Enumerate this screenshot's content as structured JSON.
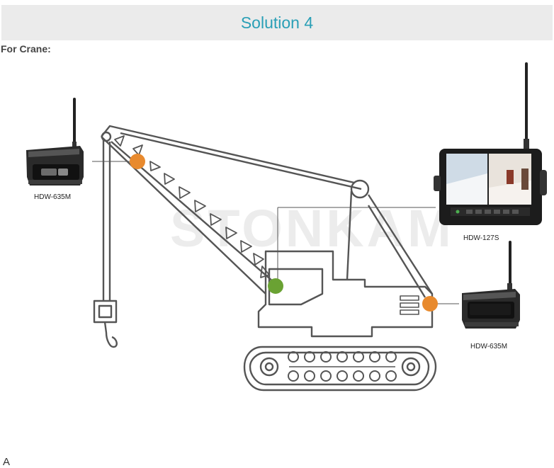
{
  "banner": {
    "title": "Solution 4"
  },
  "section": {
    "subtitle": "For Crane:"
  },
  "watermark": "STONKAM",
  "devices": {
    "camera_left": {
      "label": "HDW-635M",
      "icon": "wireless-camera-icon"
    },
    "monitor": {
      "label": "HDW-127S",
      "icon": "wireless-monitor-icon"
    },
    "camera_right": {
      "label": "HDW-635M",
      "icon": "wireless-camera-icon"
    }
  },
  "markers": {
    "camera_point_color": "#e88a2e",
    "monitor_point_color": "#6aa233"
  },
  "colors": {
    "banner_text": "#2a9fb6",
    "banner_bg": "#ebebeb",
    "line": "#555555"
  },
  "footer": {
    "cutoff_text": "A"
  }
}
